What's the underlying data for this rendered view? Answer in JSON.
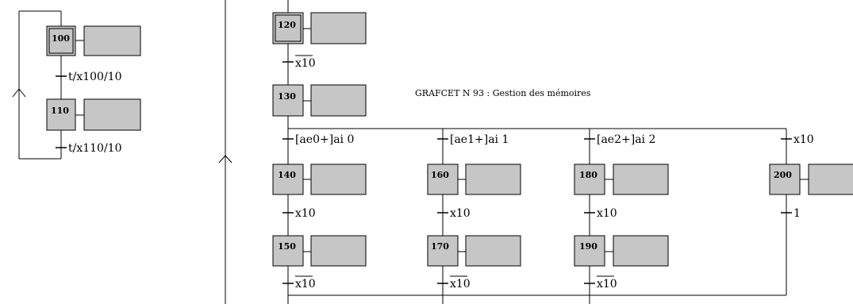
{
  "diagram": {
    "title": "GRAFCET N 93 : Gestion des mémoires",
    "left_grafcet": {
      "steps": [
        {
          "id": "100",
          "initial": true
        },
        {
          "id": "110",
          "initial": false
        }
      ],
      "transitions": [
        "t/x100/10",
        "t/x110/10"
      ]
    },
    "right_grafcet": {
      "steps": [
        {
          "id": "120",
          "initial": true
        },
        {
          "id": "130",
          "initial": false
        },
        {
          "id": "140"
        },
        {
          "id": "160"
        },
        {
          "id": "180"
        },
        {
          "id": "200"
        },
        {
          "id": "150"
        },
        {
          "id": "170"
        },
        {
          "id": "190"
        }
      ],
      "transitions": {
        "t120": "x10",
        "branch": [
          "[ae0+]ai 0",
          "[ae1+]ai 1",
          "[ae2+]ai 2",
          "x10"
        ],
        "mid": [
          "x10",
          "x10",
          "x10",
          "1"
        ],
        "bottom": [
          "x10",
          "x10",
          "x10"
        ]
      }
    },
    "colors": {
      "step_fill": "#c6c6c6",
      "action_fill": "#c6c6c6",
      "line": "#000000"
    }
  }
}
